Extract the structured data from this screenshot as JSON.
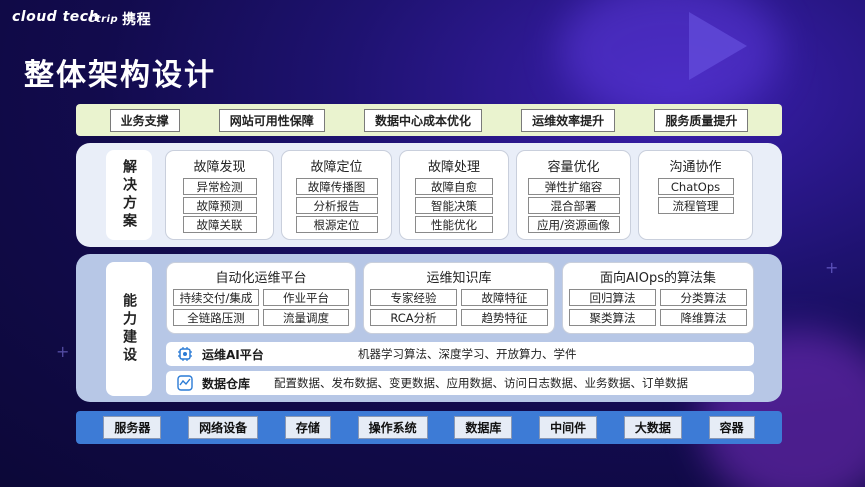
{
  "brand": {
    "logo_left": "cloud tech",
    "logo_right_en": "Ctrip",
    "logo_right_cn": "携程"
  },
  "title": "整体架构设计",
  "business_row": [
    "业务支撑",
    "网站可用性保障",
    "数据中心成本优化",
    "运维效率提升",
    "服务质量提升"
  ],
  "solutions": {
    "side_label": "解决方案",
    "cards": [
      {
        "title": "故障发现",
        "items": [
          "异常检测",
          "故障预测",
          "故障关联"
        ]
      },
      {
        "title": "故障定位",
        "items": [
          "故障传播图",
          "分析报告",
          "根源定位"
        ]
      },
      {
        "title": "故障处理",
        "items": [
          "故障自愈",
          "智能决策",
          "性能优化"
        ]
      },
      {
        "title": "容量优化",
        "items": [
          "弹性扩缩容",
          "混合部署",
          "应用/资源画像"
        ]
      },
      {
        "title": "沟通协作",
        "items": [
          "ChatOps",
          "流程管理"
        ]
      }
    ]
  },
  "capabilities": {
    "side_label": "能力建设",
    "cards": [
      {
        "title": "自动化运维平台",
        "items": [
          "持续交付/集成",
          "作业平台",
          "全链路压测",
          "流量调度"
        ]
      },
      {
        "title": "运维知识库",
        "items": [
          "专家经验",
          "故障特征",
          "RCA分析",
          "趋势特征"
        ]
      },
      {
        "title": "面向AIOps的算法集",
        "items": [
          "回归算法",
          "分类算法",
          "聚类算法",
          "降维算法"
        ]
      }
    ],
    "ai_platform": {
      "name": "运维AI平台",
      "desc": "机器学习算法、深度学习、开放算力、学件",
      "icon": "ai-chip-icon"
    },
    "data_warehouse": {
      "name": "数据仓库",
      "desc": "配置数据、发布数据、变更数据、应用数据、访问日志数据、业务数据、订单数据",
      "icon": "activity-chart-icon"
    }
  },
  "infrastructure_row": [
    "服务器",
    "网络设备",
    "存储",
    "操作系统",
    "数据库",
    "中间件",
    "大数据",
    "容器"
  ],
  "colors": {
    "background": "#120b4d",
    "business_row": "#eaf3cf",
    "solutions_panel": "#e9eef8",
    "capability_panel": "#b7c7e6",
    "infra_row": "#3d7bd6"
  }
}
